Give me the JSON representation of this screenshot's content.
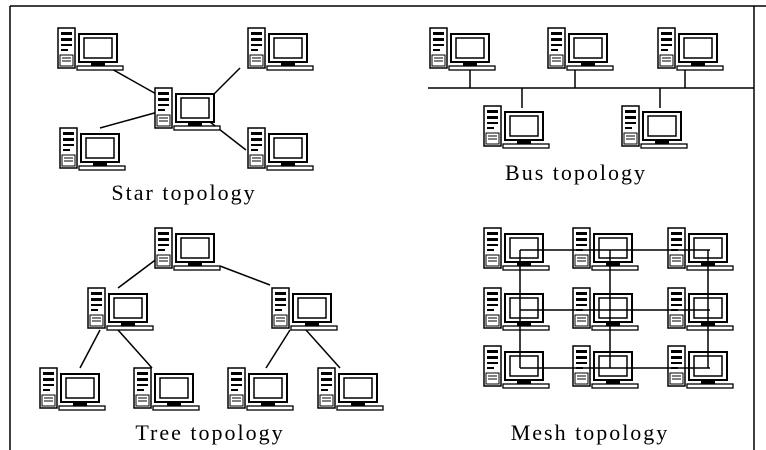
{
  "figure": {
    "caption_star": "Star topology",
    "caption_bus": "Bus topology",
    "caption_tree": "Tree topology",
    "caption_mesh": "Mesh topology",
    "node_icon": "computer-icon",
    "line_color": "#000000",
    "background": "#ffffff"
  }
}
